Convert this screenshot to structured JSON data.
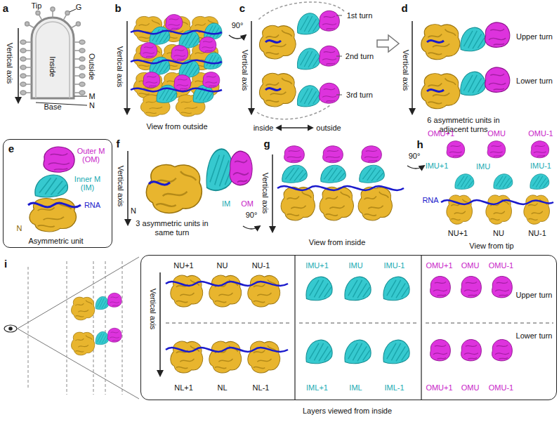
{
  "diagram": {
    "nodes": [
      {
        "text": [
          "Outer M (OM)",
          "Inner M (IM)",
          "RNA",
          "N",
          "Asymmetric unit"
        ]
      },
      {
        "text": [
          "Vertical axis",
          "NU+1",
          "NU",
          "NU-1",
          "NL+1",
          "NL",
          "NL-1",
          "IMU+1",
          "IMU",
          "IMU-1",
          "IML+1",
          "IML",
          "IML-1",
          "OMU+1",
          "OMU",
          "OMU-1",
          "OMU+1",
          "OMU",
          "OMU-1",
          "Upper turn",
          "Lower turn",
          "Layers viewed from inside"
        ]
      }
    ],
    "labels": [
      "a",
      "Tip",
      "G",
      "Vertical axis",
      "Inside",
      "Outside",
      "Base",
      "N",
      "M",
      "b",
      "Vertical axis",
      "View from outside",
      "c",
      "90°",
      "1st turn",
      "2nd turn",
      "3rd turn",
      "Vertical axis",
      "inside",
      "outside",
      "d",
      "Upper turn",
      "Lower turn",
      "Vertical axis",
      "6 asymmetric units in adjacent turns",
      "e",
      "f",
      "N",
      "IM",
      "OM",
      "Vertical axis",
      "3 asymmetric units in same turn",
      "90°",
      "g",
      "Vertical axis",
      "View from inside",
      "90°",
      "h",
      "OMU+1",
      "OMU",
      "OMU-1",
      "IMU+1",
      "IMU",
      "IMU-1",
      "RNA",
      "NU+1",
      "NU",
      "NU-1",
      "View from tip",
      "i"
    ]
  }
}
